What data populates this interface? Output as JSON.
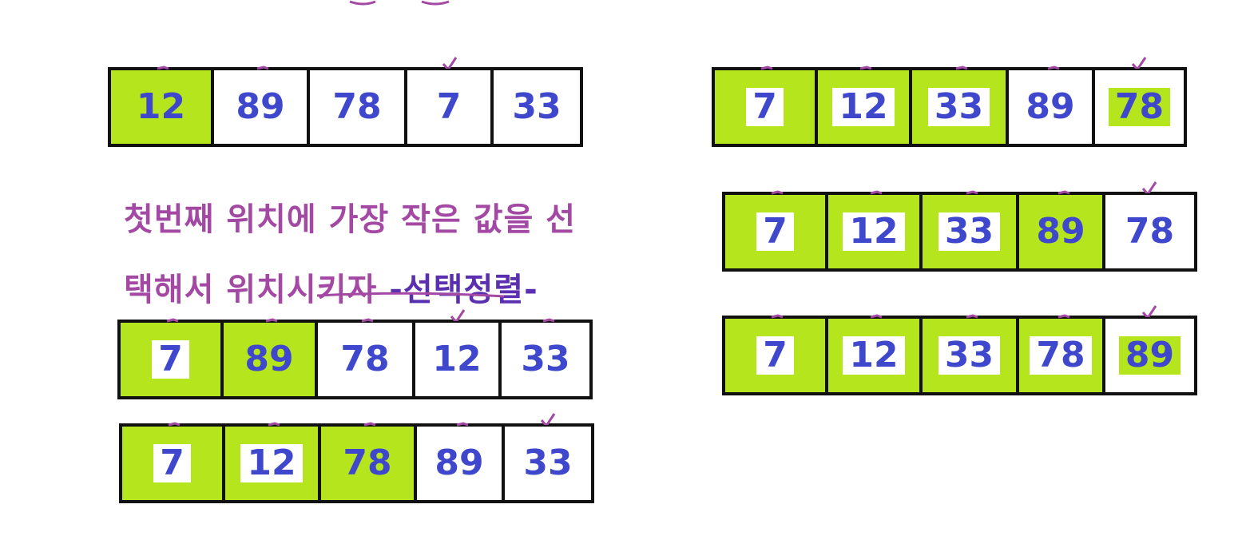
{
  "colors": {
    "highlight": "#b5e51d",
    "number": "#3f48cc",
    "title": "#a349a4",
    "title_tail": "#5a2fb0",
    "mark": "#a349a4"
  },
  "caption": {
    "line1": "첫번째 위치에 가장 작은 값을 선",
    "line2a": "택해서 위치시키자 ",
    "line2b": "-선택정렬-"
  },
  "steps": [
    {
      "cells": [
        {
          "v": "12",
          "hl": true,
          "box": false,
          "g": false
        },
        {
          "v": "89",
          "hl": false,
          "box": false,
          "g": false
        },
        {
          "v": "78",
          "hl": false,
          "box": false,
          "g": false
        },
        {
          "v": "7",
          "hl": false,
          "box": false,
          "g": false
        },
        {
          "v": "33",
          "hl": false,
          "box": false,
          "g": false
        }
      ],
      "mark": 3
    },
    {
      "cells": [
        {
          "v": "7",
          "hl": true,
          "box": true,
          "g": false
        },
        {
          "v": "89",
          "hl": true,
          "box": false,
          "g": false
        },
        {
          "v": "78",
          "hl": false,
          "box": false,
          "g": false
        },
        {
          "v": "12",
          "hl": false,
          "box": false,
          "g": false
        },
        {
          "v": "33",
          "hl": false,
          "box": false,
          "g": false
        }
      ],
      "mark": 3
    },
    {
      "cells": [
        {
          "v": "7",
          "hl": true,
          "box": true,
          "g": false
        },
        {
          "v": "12",
          "hl": true,
          "box": true,
          "g": false
        },
        {
          "v": "78",
          "hl": true,
          "box": false,
          "g": false
        },
        {
          "v": "89",
          "hl": false,
          "box": false,
          "g": false
        },
        {
          "v": "33",
          "hl": false,
          "box": false,
          "g": false
        }
      ],
      "mark": 4
    },
    {
      "cells": [
        {
          "v": "7",
          "hl": true,
          "box": true,
          "g": false
        },
        {
          "v": "12",
          "hl": true,
          "box": true,
          "g": false
        },
        {
          "v": "33",
          "hl": true,
          "box": true,
          "g": false
        },
        {
          "v": "89",
          "hl": false,
          "box": false,
          "g": false
        },
        {
          "v": "78",
          "hl": false,
          "box": false,
          "g": true
        }
      ],
      "mark": 4
    },
    {
      "cells": [
        {
          "v": "7",
          "hl": true,
          "box": true,
          "g": false
        },
        {
          "v": "12",
          "hl": true,
          "box": true,
          "g": false
        },
        {
          "v": "33",
          "hl": true,
          "box": true,
          "g": false
        },
        {
          "v": "89",
          "hl": true,
          "box": false,
          "g": false
        },
        {
          "v": "78",
          "hl": false,
          "box": false,
          "g": false
        }
      ],
      "mark": 4
    },
    {
      "cells": [
        {
          "v": "7",
          "hl": true,
          "box": true,
          "g": false
        },
        {
          "v": "12",
          "hl": true,
          "box": true,
          "g": false
        },
        {
          "v": "33",
          "hl": true,
          "box": true,
          "g": false
        },
        {
          "v": "78",
          "hl": true,
          "box": true,
          "g": false
        },
        {
          "v": "89",
          "hl": false,
          "box": false,
          "g": true
        }
      ],
      "mark": 4
    }
  ]
}
